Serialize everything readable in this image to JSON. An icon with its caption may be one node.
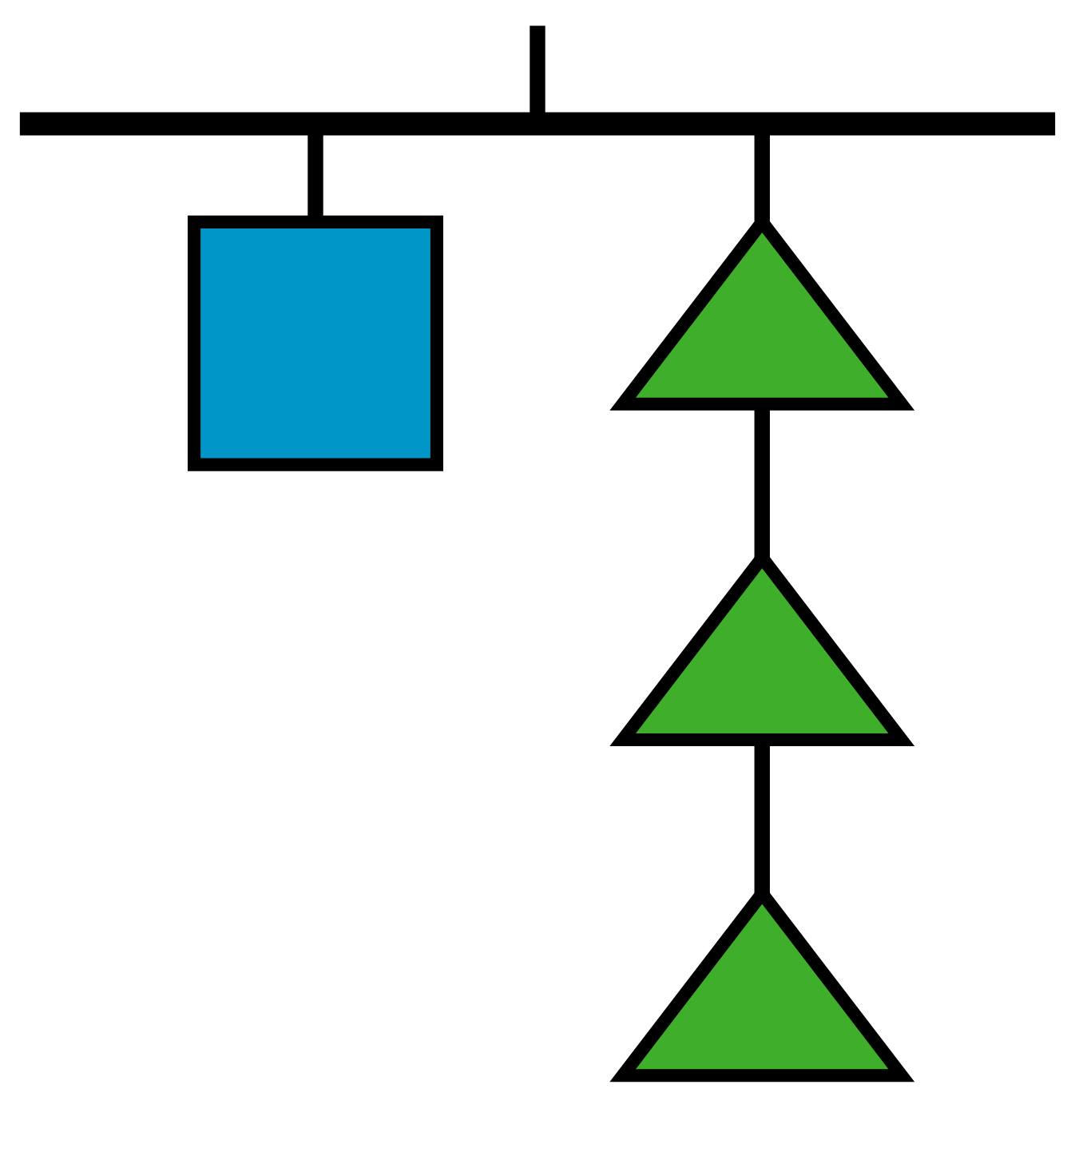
{
  "diagram": {
    "nodes": [
      {
        "text": [],
        "shape": "bar"
      },
      {
        "text": [],
        "shape": "box"
      },
      {
        "text": [],
        "shape": "triangle"
      },
      {
        "text": [],
        "shape": "triangle"
      },
      {
        "text": [],
        "shape": "triangle"
      }
    ],
    "edges": [
      {
        "from": null,
        "to": 0,
        "arrow": "none"
      },
      {
        "from": 0,
        "to": 1,
        "arrow": "none"
      },
      {
        "from": 0,
        "to": 2,
        "arrow": "none"
      },
      {
        "from": 2,
        "to": 3,
        "arrow": "none"
      },
      {
        "from": 3,
        "to": 4,
        "arrow": "none"
      }
    ]
  }
}
